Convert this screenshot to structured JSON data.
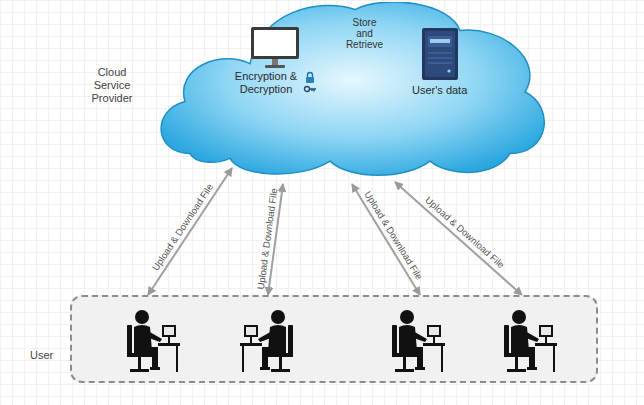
{
  "diagram": {
    "nodes": [
      {
        "text": [
          "Cloud Service Provider"
        ]
      },
      {
        "text": [
          "Encryption & Decryption"
        ],
        "in": 0
      },
      {
        "text": [
          "User's data"
        ],
        "in": 0
      },
      {
        "text": [
          "User"
        ]
      }
    ],
    "edges": [
      {
        "from": 1,
        "to": 2,
        "label": "Store and Retrieve",
        "arrow": "both"
      },
      {
        "from": 0,
        "to": 3,
        "label": "Upload & Download File",
        "arrow": "both"
      },
      {
        "from": 0,
        "to": 3,
        "label": "Upload & Download File",
        "arrow": "both"
      },
      {
        "from": 0,
        "to": 3,
        "label": "Upload & Download File",
        "arrow": "both"
      },
      {
        "from": 0,
        "to": 3,
        "label": "Upload & Download File",
        "arrow": "both"
      }
    ]
  }
}
